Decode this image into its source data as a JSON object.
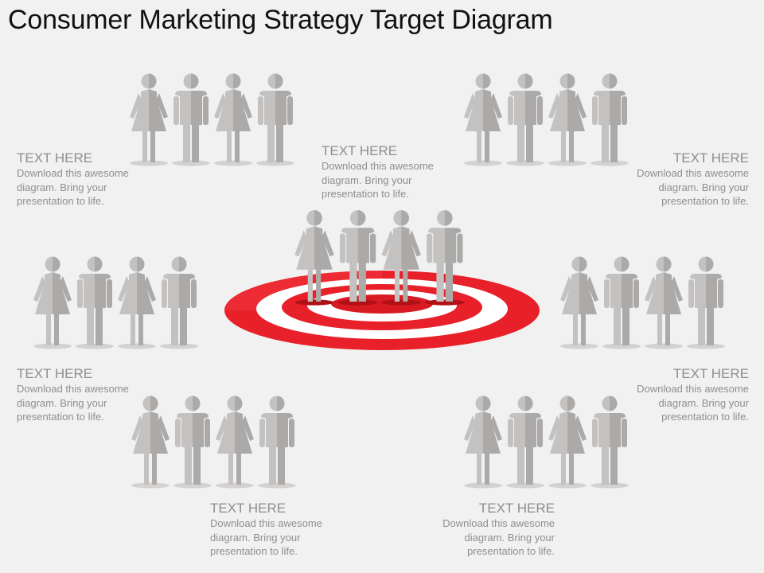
{
  "title": "Consumer Marketing Strategy Target Diagram",
  "colors": {
    "target_red": "#e8202a",
    "target_red_light": "#f24a4f",
    "person_light": "#c4c2c1",
    "person_dark": "#acaaa9",
    "shadow": "#d4d2d1"
  },
  "callouts": [
    {
      "heading": "TEXT HERE",
      "body": "Download this awesome diagram. Bring your presentation to life."
    },
    {
      "heading": "TEXT HERE",
      "body": "Download this awesome diagram. Bring your presentation to life."
    },
    {
      "heading": "TEXT HERE",
      "body": "Download this awesome diagram. Bring your presentation to life."
    },
    {
      "heading": "TEXT HERE",
      "body": "Download this awesome diagram. Bring your presentation to life."
    },
    {
      "heading": "TEXT HERE",
      "body": "Download this awesome diagram. Bring your presentation to life."
    },
    {
      "heading": "TEXT HERE",
      "body": "Download this awesome diagram. Bring your presentation to life."
    },
    {
      "heading": "TEXT HERE",
      "body": "Download this awesome diagram. Bring your presentation to life."
    }
  ],
  "groups": [
    {
      "name": "top-left",
      "people": [
        "female",
        "male",
        "female",
        "male"
      ]
    },
    {
      "name": "top-right",
      "people": [
        "female",
        "male",
        "female",
        "male"
      ]
    },
    {
      "name": "center-target",
      "people": [
        "female",
        "male",
        "female",
        "male"
      ]
    },
    {
      "name": "middle-left",
      "people": [
        "female",
        "male",
        "female",
        "male"
      ]
    },
    {
      "name": "middle-right",
      "people": [
        "female",
        "male",
        "female",
        "male"
      ]
    },
    {
      "name": "bottom-left",
      "people": [
        "female",
        "male",
        "female",
        "male"
      ]
    },
    {
      "name": "bottom-right",
      "people": [
        "female",
        "male",
        "female",
        "male"
      ]
    }
  ]
}
